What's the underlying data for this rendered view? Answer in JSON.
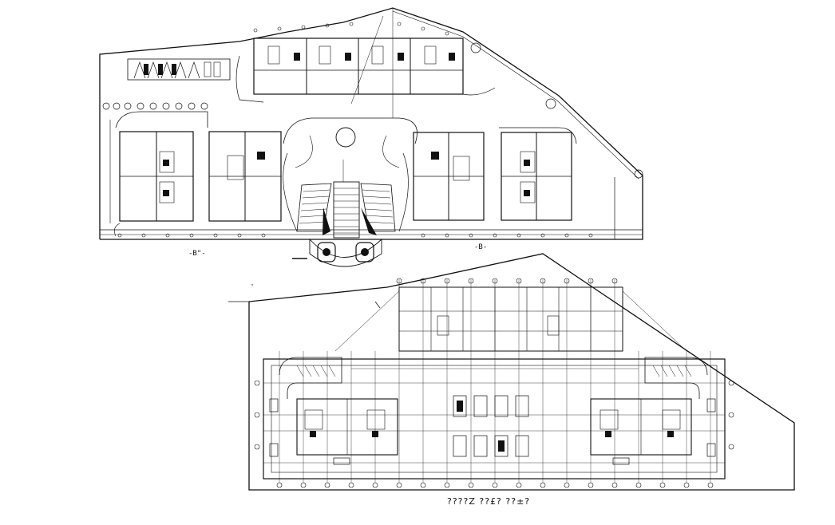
{
  "drawing": {
    "ink_color": "#111111",
    "background": "#ffffff",
    "labels": {
      "section_left": "-B\"-",
      "section_right": "-B-",
      "caption_bottom": "????Z ??£? ??±?"
    }
  }
}
